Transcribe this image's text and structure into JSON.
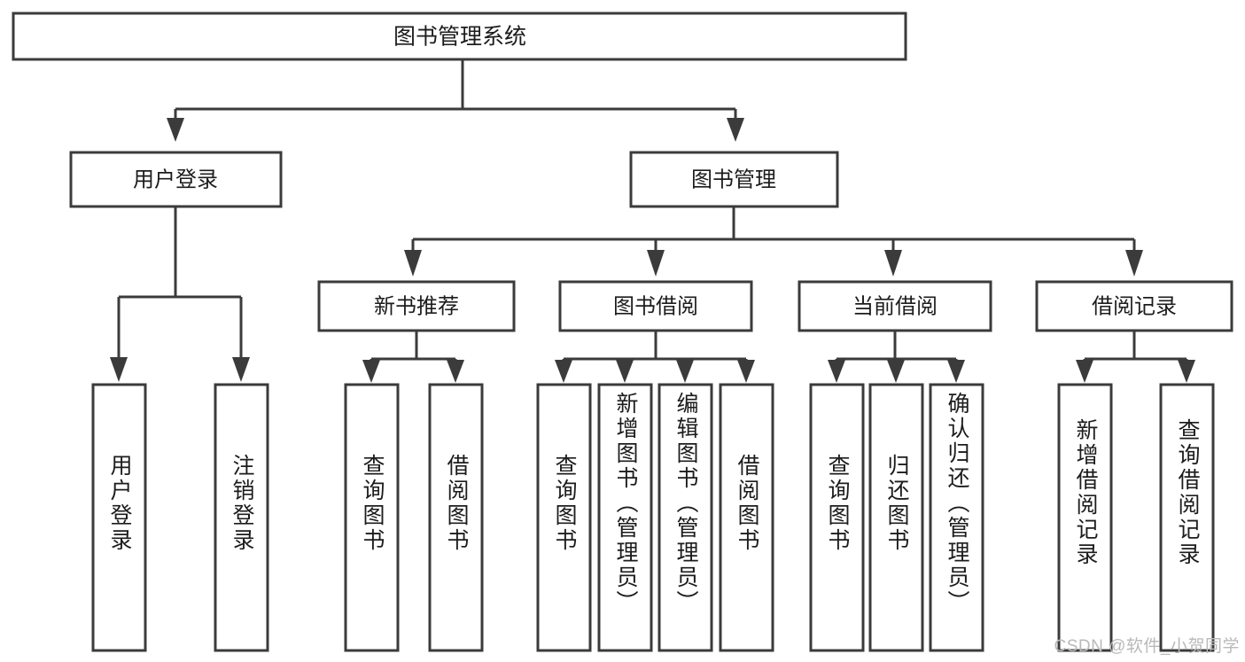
{
  "diagram": {
    "type": "tree-hierarchy-chart",
    "title": "图书管理系统",
    "stroke_color": "#3b3b3b",
    "background_color": "#ffffff",
    "text_color": "#1c1c1c",
    "root": {
      "label": "图书管理系统"
    },
    "level1": [
      {
        "id": "user-login",
        "label": "用户登录"
      },
      {
        "id": "book-manage",
        "label": "图书管理"
      }
    ],
    "level2": [
      {
        "id": "new-book-recommend",
        "label": "新书推荐",
        "parent": "book-manage"
      },
      {
        "id": "book-borrow",
        "label": "图书借阅",
        "parent": "book-manage"
      },
      {
        "id": "current-borrow",
        "label": "当前借阅",
        "parent": "book-manage"
      },
      {
        "id": "borrow-record",
        "label": "借阅记录",
        "parent": "book-manage"
      }
    ],
    "leaves": [
      {
        "id": "leaf-user-login",
        "label": "用户登录",
        "parent": "user-login"
      },
      {
        "id": "leaf-logout",
        "label": "注销登录",
        "parent": "user-login"
      },
      {
        "id": "leaf-query-book-1",
        "label": "查询图书",
        "parent": "new-book-recommend"
      },
      {
        "id": "leaf-borrow-book-1",
        "label": "借阅图书",
        "parent": "new-book-recommend"
      },
      {
        "id": "leaf-query-book-2",
        "label": "查询图书",
        "parent": "book-borrow"
      },
      {
        "id": "leaf-add-book",
        "label": "新增图书（管理员）",
        "parent": "book-borrow"
      },
      {
        "id": "leaf-edit-book",
        "label": "编辑图书（管理员）",
        "parent": "book-borrow"
      },
      {
        "id": "leaf-borrow-book-2",
        "label": "借阅图书",
        "parent": "book-borrow"
      },
      {
        "id": "leaf-query-book-3",
        "label": "查询图书",
        "parent": "current-borrow"
      },
      {
        "id": "leaf-return-book",
        "label": "归还图书",
        "parent": "current-borrow"
      },
      {
        "id": "leaf-confirm-return",
        "label": "确认归还（管理员）",
        "parent": "current-borrow"
      },
      {
        "id": "leaf-add-record",
        "label": "新增借阅记录",
        "parent": "borrow-record"
      },
      {
        "id": "leaf-query-record",
        "label": "查询借阅记录",
        "parent": "borrow-record"
      }
    ]
  },
  "watermark": {
    "text": "CSDN @软件_小贺同学"
  }
}
